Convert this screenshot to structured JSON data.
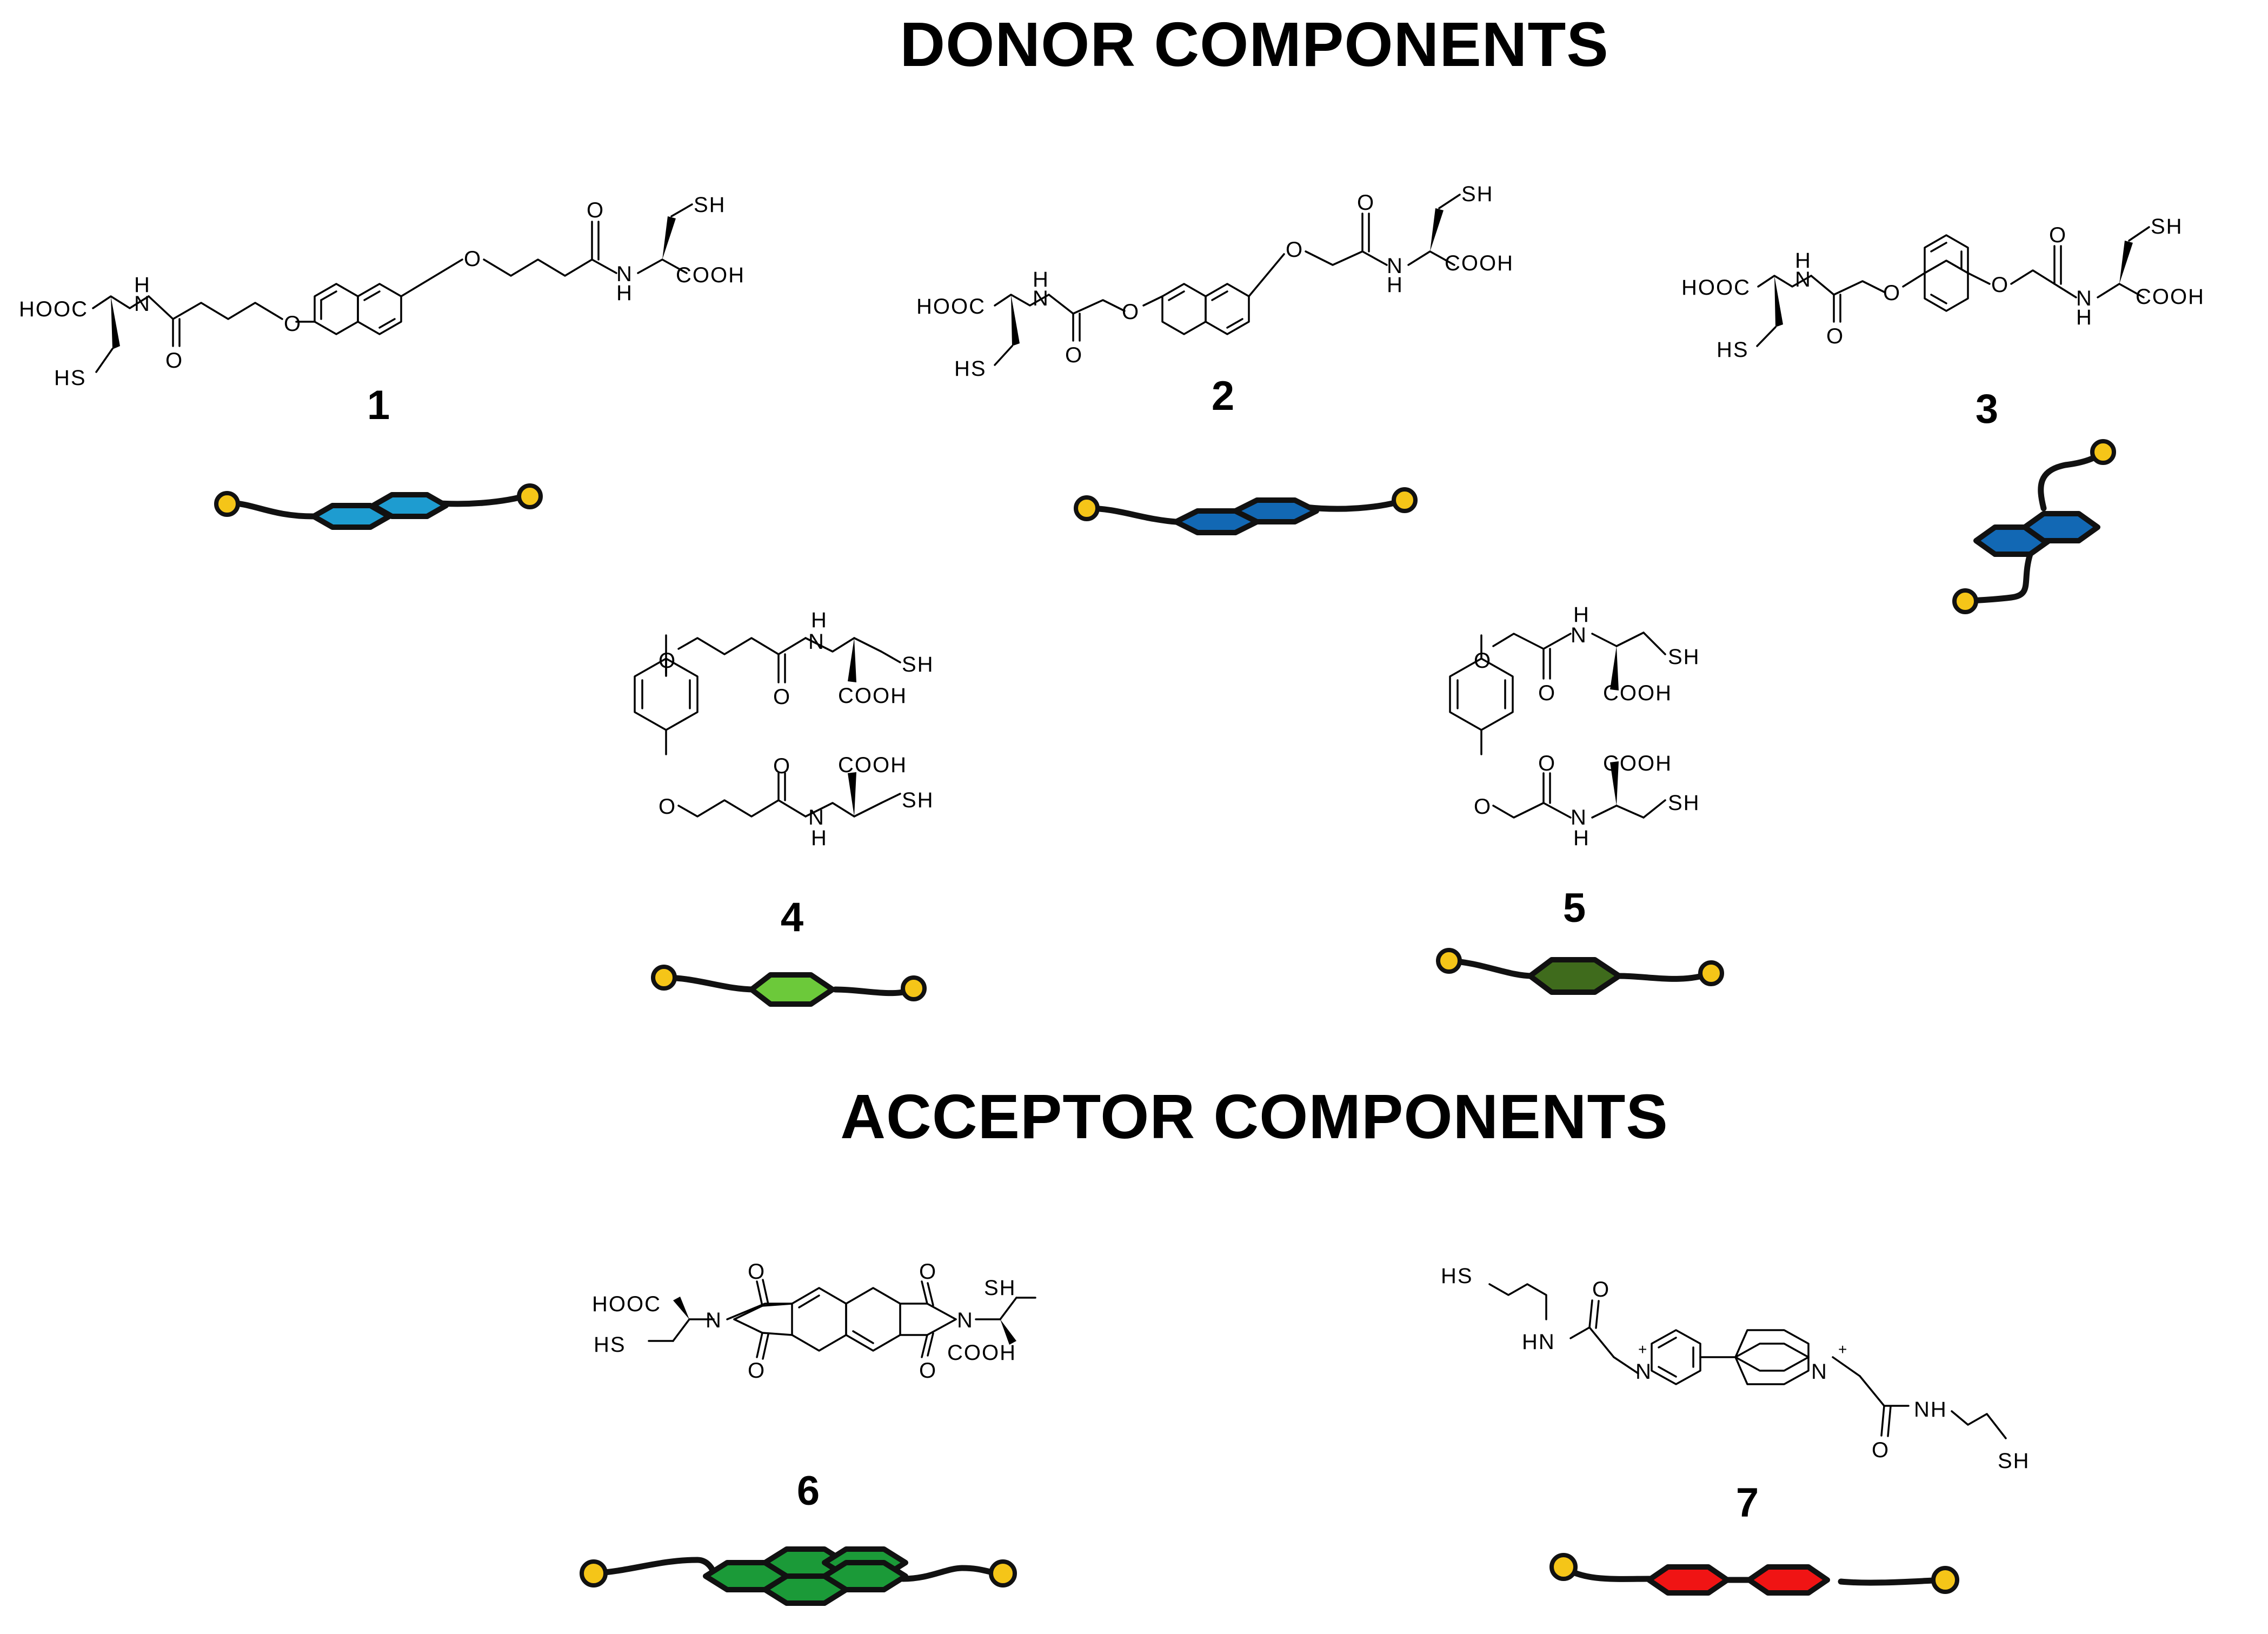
{
  "headings": {
    "donor": "DONOR COMPONENTS",
    "acceptor": "ACCEPTOR COMPONENTS"
  },
  "labels": {
    "c1": "1",
    "c2": "2",
    "c3": "3",
    "c4": "4",
    "c5": "5",
    "c6": "6",
    "c7": "7"
  },
  "atoms": {
    "hooc": "HOOC",
    "cooh": "COOH",
    "sh": "SH",
    "hs": "HS",
    "n": "N",
    "h": "H",
    "nh": "NH",
    "hn": "HN",
    "o": "O",
    "plus": "+"
  },
  "colors": {
    "donor_1": "#1E9CD0",
    "donor_2": "#1268B4",
    "donor_3": "#1268B4",
    "donor_4": "#6CC93A",
    "donor_5": "#3F6B1C",
    "acceptor_6": "#1B9A38",
    "acceptor_7": "#F01414",
    "bead": "#F5C518",
    "outline": "#111111"
  }
}
